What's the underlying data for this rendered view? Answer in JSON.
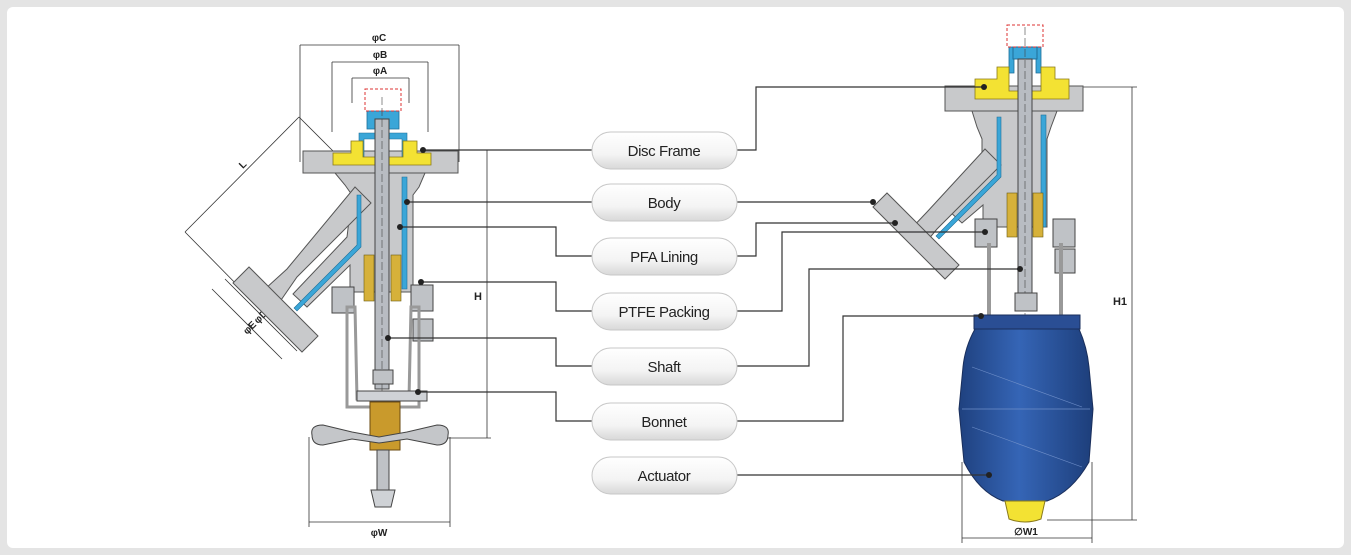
{
  "diagram": {
    "left_valve": {
      "dimensions": {
        "c": "φC",
        "b": "φB",
        "a": "φA",
        "l": "L",
        "h": "H",
        "d": "φD",
        "e": "φE",
        "w": "φW"
      }
    },
    "right_valve": {
      "dimensions": {
        "h1": "H1",
        "w1": "∅W1"
      }
    },
    "parts": [
      {
        "label": "Disc Frame"
      },
      {
        "label": "Body"
      },
      {
        "label": "PFA Lining"
      },
      {
        "label": "PTFE Packing"
      },
      {
        "label": "Shaft"
      },
      {
        "label": "Bonnet"
      },
      {
        "label": "Actuator"
      }
    ]
  },
  "colors": {
    "body_gray": "#c8c9cb",
    "lining_blue": "#3aa6d8",
    "disc_frame_yellow": "#f3e233",
    "actuator_blue": "#2c56a3",
    "packing_gold": "#c99a2c",
    "leader_line": "#333333"
  }
}
